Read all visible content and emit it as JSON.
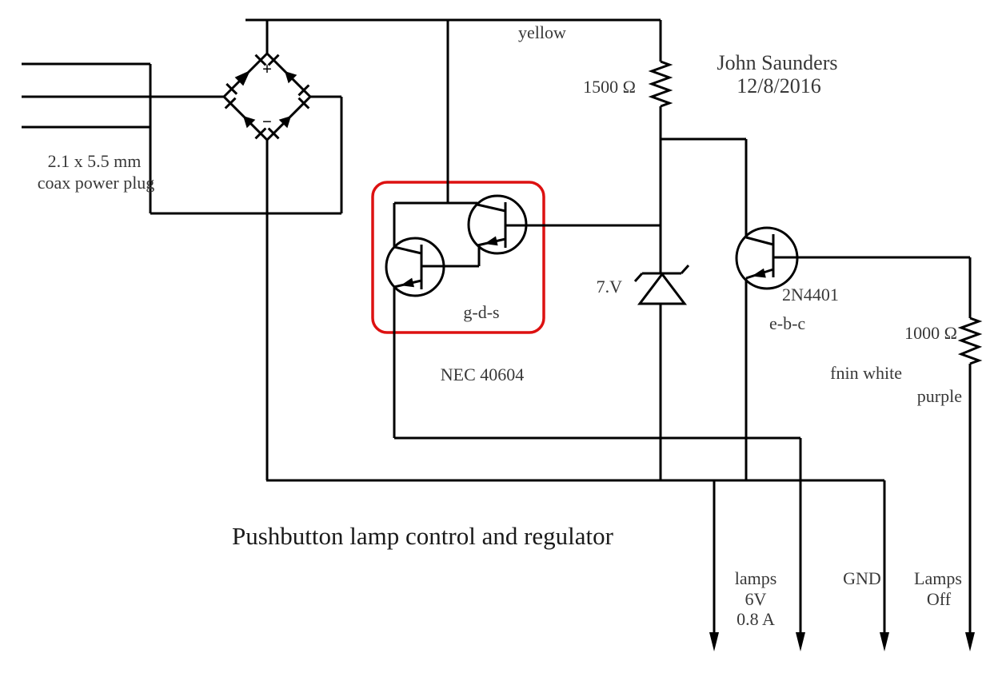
{
  "title": "Pushbutton lamp control and regulator",
  "author": {
    "name": "John Saunders",
    "date": "12/8/2016"
  },
  "colors": {
    "wire": "#000000",
    "module_highlight": "#dd1111",
    "label_text": "#383838",
    "title_text": "#1a1a1a"
  },
  "components": {
    "plug": {
      "line1": "2.1 x 5.5 mm",
      "line2": "coax power plug"
    },
    "bridge": {
      "plus": "+",
      "minus": "−"
    },
    "resistor_1500": {
      "value": "1500 Ω"
    },
    "resistor_1000": {
      "value": "1000 Ω"
    },
    "zener": {
      "value": "7.V"
    },
    "transistor_2n4401": {
      "part": "2N4401",
      "pins": "e-b-c"
    },
    "module": {
      "pins": "g-d-s",
      "part": "NEC 40604"
    }
  },
  "wires": {
    "yellow": "yellow",
    "white": "fnin white",
    "purple": "purple"
  },
  "outputs": {
    "lamps": {
      "line1": "lamps",
      "line2": "6V",
      "line3": "0.8 A"
    },
    "gnd": "GND",
    "lamps_off": {
      "line1": "Lamps",
      "line2": "Off"
    }
  }
}
